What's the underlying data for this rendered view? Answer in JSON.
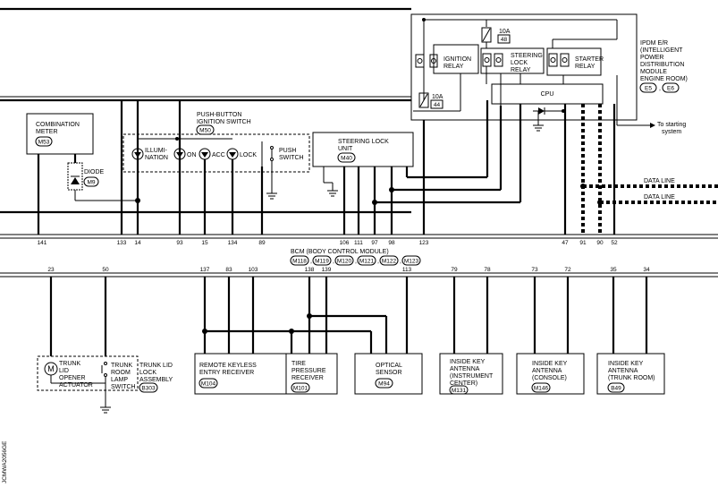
{
  "ipdm": {
    "lines": [
      "IPDM E/R",
      "(INTELLIGENT",
      "POWER",
      "DISTRIBUTION",
      "MODULE",
      "ENGINE ROOM)"
    ],
    "connectors": [
      "E5",
      "E6"
    ],
    "fuse_10a_48": {
      "amp": "10A",
      "num": "48"
    },
    "fuse_10a_44": {
      "amp": "10A",
      "num": "44"
    },
    "ignition_relay": [
      "IGNITION",
      "RELAY"
    ],
    "steering_lock_relay": [
      "STEERING",
      "LOCK",
      "RELAY"
    ],
    "starter_relay": [
      "STARTER",
      "RELAY"
    ],
    "cpu": "CPU",
    "to_starting": [
      "To starting",
      "system"
    ]
  },
  "data_line_1": "DATA LINE",
  "data_line_2": "DATA LINE",
  "combination_meter": {
    "lines": [
      "COMBINATION",
      "METER"
    ],
    "connector": "M53"
  },
  "diode": {
    "label": "DIODE",
    "connector": "M9"
  },
  "push_button": {
    "lines": [
      "PUSH-BUTTON",
      "IGNITION SWITCH"
    ],
    "connector": "M50",
    "illumination": [
      "ILLUMI-",
      "NATION"
    ],
    "on": "ON",
    "acc": "ACC",
    "lock": "LOCK",
    "push_switch": [
      "PUSH",
      "SWITCH"
    ]
  },
  "steering_lock_unit": {
    "lines": [
      "STEERING LOCK",
      "UNIT"
    ],
    "connector": "M40"
  },
  "bcm": {
    "title": "BCM (BODY CONTROL MODULE)",
    "connectors": [
      "M118",
      "M119",
      "M120",
      "M121",
      "M122",
      "M123"
    ],
    "upper_pins": [
      "141",
      "133",
      "14",
      "93",
      "15",
      "134",
      "89",
      "106",
      "111",
      "97",
      "98",
      "123",
      "47",
      "91",
      "90",
      "52"
    ],
    "lower_pins": [
      "23",
      "50",
      "137",
      "83",
      "103",
      "138",
      "139",
      "113",
      "79",
      "78",
      "73",
      "72",
      "35",
      "34"
    ]
  },
  "trunk_lid": {
    "opener": [
      "TRUNK",
      "LID",
      "OPENER",
      "ACTUATOR"
    ],
    "room_lamp": [
      "TRUNK",
      "ROOM",
      "LAMP",
      "SWITCH"
    ],
    "assembly": [
      "TRUNK LID",
      "LOCK",
      "ASSEMBLY"
    ],
    "connector": "B303",
    "motor": "M"
  },
  "remote_keyless": {
    "lines": [
      "REMOTE KEYLESS",
      "ENTRY RECEIVER"
    ],
    "connector": "M104"
  },
  "tire_pressure": {
    "lines": [
      "TIRE",
      "PRESSURE",
      "RECEIVER"
    ],
    "connector": "M101"
  },
  "optical_sensor": {
    "lines": [
      "OPTICAL",
      "SENSOR"
    ],
    "connector": "M94"
  },
  "antenna_instrument": {
    "lines": [
      "INSIDE KEY",
      "ANTENNA",
      "(INSTRUMENT",
      "CENTER)"
    ],
    "connector": "M131"
  },
  "antenna_console": {
    "lines": [
      "INSIDE KEY",
      "ANTENNA",
      "(CONSOLE)"
    ],
    "connector": "M146"
  },
  "antenna_trunk": {
    "lines": [
      "INSIDE KEY",
      "ANTENNA",
      "(TRUNK ROOM)"
    ],
    "connector": "B49"
  },
  "side_code": "JCMWA2056GE"
}
